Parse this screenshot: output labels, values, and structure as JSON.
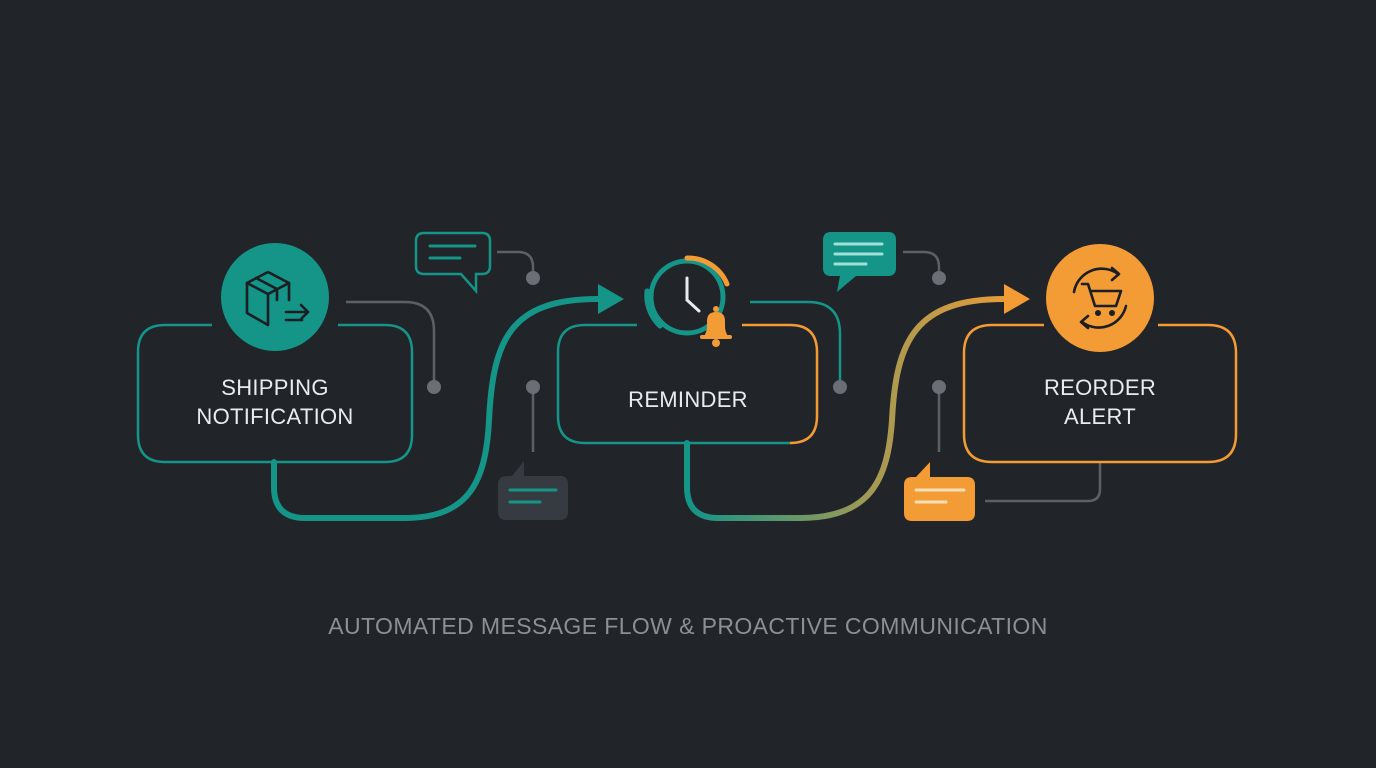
{
  "nodes": [
    {
      "id": "shipping",
      "lines": [
        "SHIPPING",
        "NOTIFICATION"
      ],
      "icon": "package-shipping-icon"
    },
    {
      "id": "reminder",
      "lines": [
        "REMINDER"
      ],
      "icon": "clock-bell-icon"
    },
    {
      "id": "reorder",
      "lines": [
        "REORDER",
        "ALERT"
      ],
      "icon": "cart-refresh-icon"
    }
  ],
  "caption": "AUTOMATED MESSAGE FLOW & PROACTIVE COMMUNICATION",
  "colors": {
    "background": "#212428",
    "teal": "#159488",
    "orange": "#f39b35",
    "gray_connector": "#5c6168",
    "dark_bubble": "#363b42",
    "label": "#e9ecef",
    "caption": "#8b9096"
  }
}
